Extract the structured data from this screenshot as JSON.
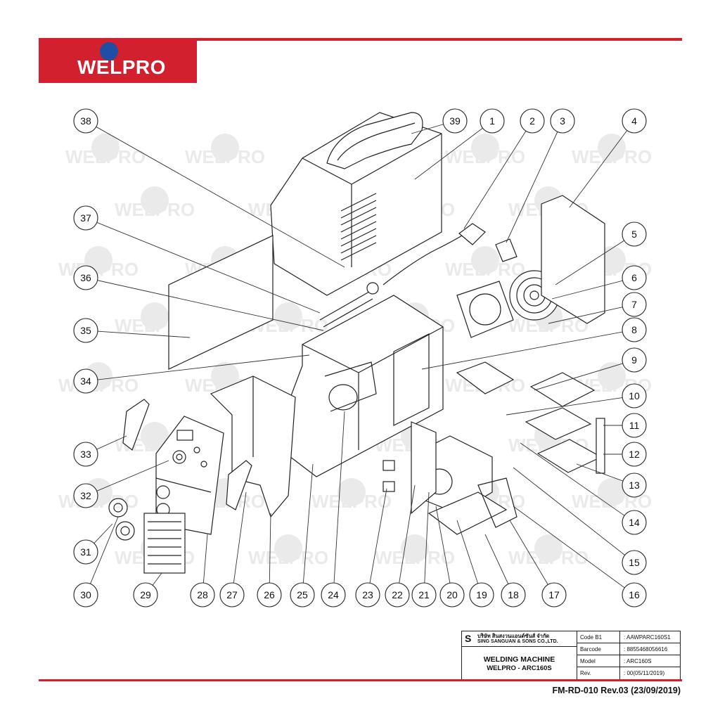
{
  "brand": {
    "logo_text": "WELPRO",
    "color": "#d3202e",
    "star_color": "#1f4fa3",
    "watermark_text": "WELPRO"
  },
  "callouts": [
    "1",
    "2",
    "3",
    "4",
    "5",
    "6",
    "7",
    "8",
    "9",
    "10",
    "11",
    "12",
    "13",
    "14",
    "15",
    "16",
    "17",
    "18",
    "19",
    "20",
    "21",
    "22",
    "23",
    "24",
    "25",
    "26",
    "27",
    "28",
    "29",
    "30",
    "31",
    "32",
    "33",
    "34",
    "35",
    "36",
    "37",
    "38",
    "39"
  ],
  "title_block": {
    "company_thai": "บริษัท สินสงวนแอนด์ซันส์ จำกัด",
    "company_eng": "SING SANGUAN & SONS CO.,LTD.",
    "product_line1": "WELDING MACHINE",
    "product_line2": "WELPRO - ARC160S",
    "rows": [
      {
        "key": "Code B1",
        "value": ": AAWPARC160S1"
      },
      {
        "key": "Barcode",
        "value": ": 8855468056616"
      },
      {
        "key": "Model",
        "value": ": ARC160S"
      },
      {
        "key": "Rev.",
        "value": ": 00(05/11/2019)"
      }
    ]
  },
  "footer": {
    "form_code": "FM-RD-010 Rev.03 (23/09/2019)"
  }
}
